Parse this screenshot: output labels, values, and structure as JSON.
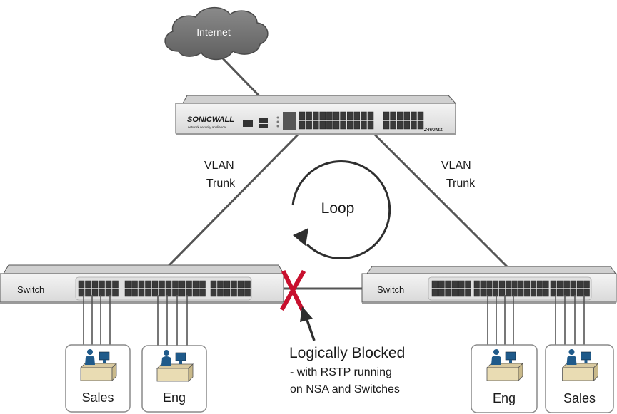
{
  "cloud": {
    "label": "Internet"
  },
  "firewall": {
    "brand": "SONICWALL",
    "subtitle": "network security appliance",
    "model": "2400MX"
  },
  "trunks": {
    "left": [
      "VLAN",
      "Trunk"
    ],
    "right": [
      "VLAN",
      "Trunk"
    ]
  },
  "loop": {
    "label": "Loop"
  },
  "switches": {
    "left": "Switch",
    "right": "Switch"
  },
  "blocked": {
    "title": "Logically Blocked",
    "note": [
      "- with RSTP running",
      "on NSA and Switches"
    ]
  },
  "workstations": [
    "Sales",
    "Eng",
    "Eng",
    "Sales"
  ],
  "colors": {
    "cable": "#555555",
    "block_mark": "#c8102e",
    "device_body": "#ebebeb",
    "port": "#3a3a3a"
  }
}
